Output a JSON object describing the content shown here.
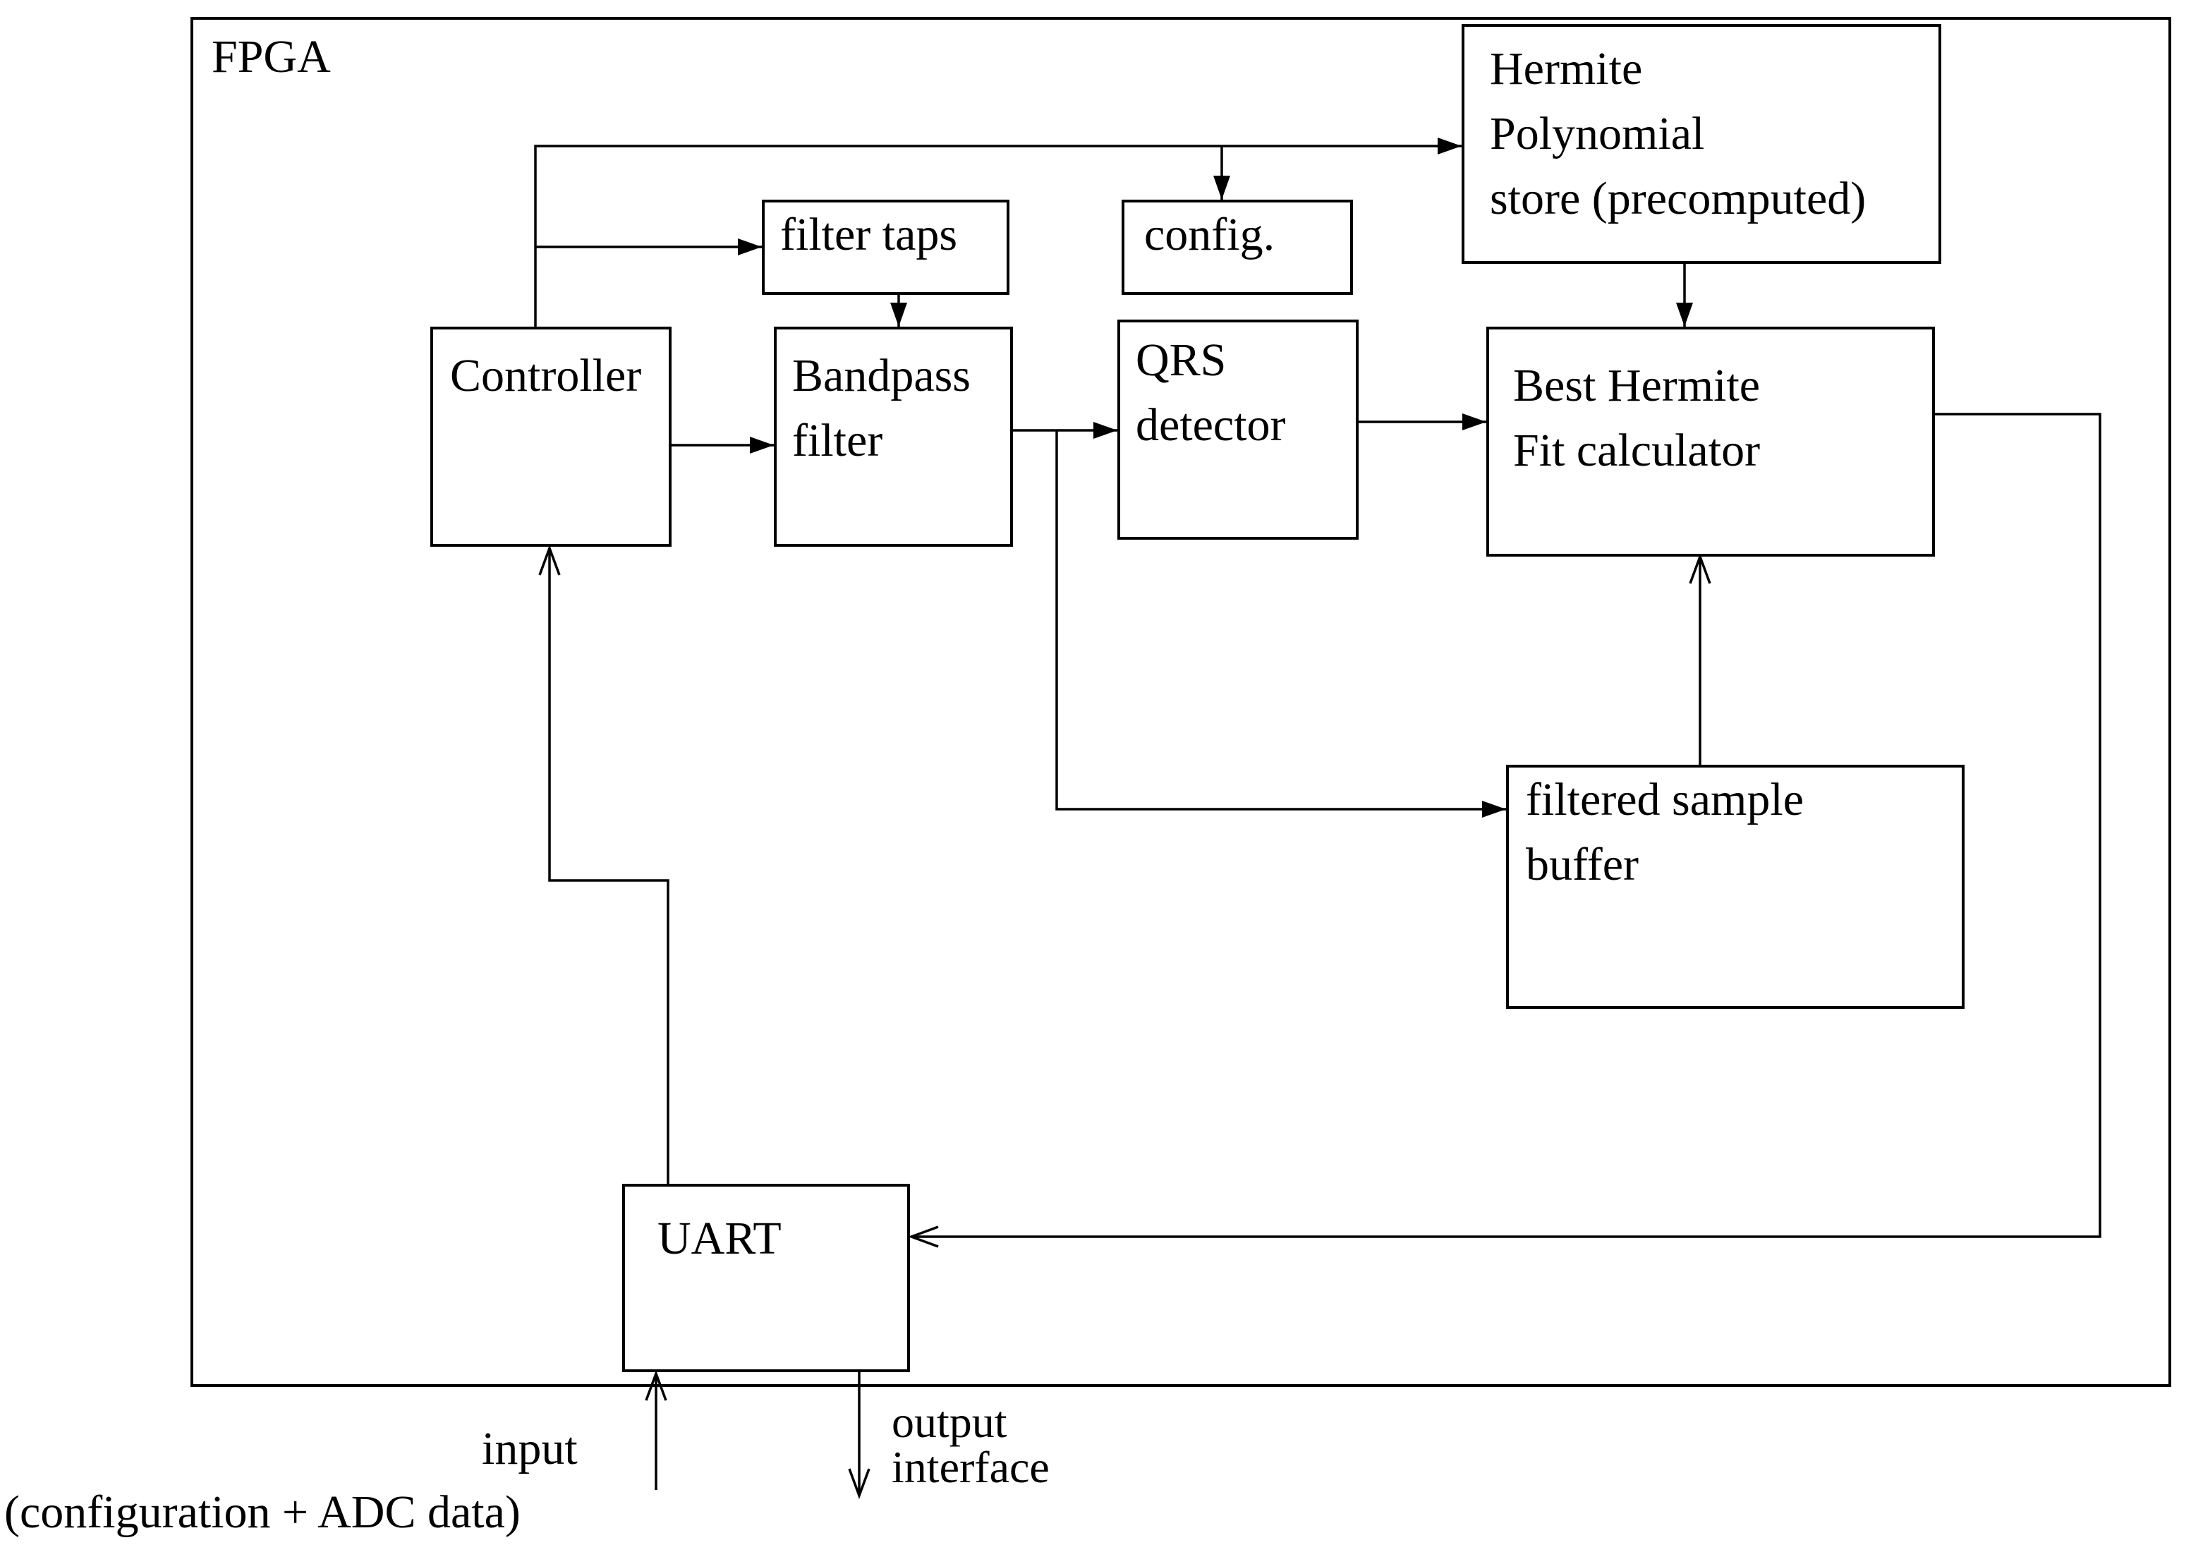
{
  "diagram": {
    "title": "FPGA",
    "boxes": {
      "fpga": {
        "label": "FPGA"
      },
      "hermite_store": {
        "lines": [
          "Hermite",
          "Polynomial",
          "store (precomputed)"
        ]
      },
      "filter_taps": {
        "lines": [
          "filter taps"
        ]
      },
      "config": {
        "lines": [
          "config."
        ]
      },
      "controller": {
        "lines": [
          "Controller"
        ]
      },
      "bandpass_filter": {
        "lines": [
          "Bandpass",
          "filter"
        ]
      },
      "qrs_detector": {
        "lines": [
          "QRS",
          "detector"
        ]
      },
      "best_hermite_fit": {
        "lines": [
          "Best Hermite",
          "Fit calculator"
        ]
      },
      "filtered_sample_buffer": {
        "lines": [
          "filtered sample",
          "buffer"
        ]
      },
      "uart": {
        "lines": [
          "UART"
        ]
      }
    },
    "external_labels": {
      "input": "input",
      "input_detail": "(configuration + ADC data)",
      "output_line1": "output",
      "output_line2": "interface"
    },
    "colors": {
      "line": "#000000",
      "background": "#ffffff"
    }
  }
}
